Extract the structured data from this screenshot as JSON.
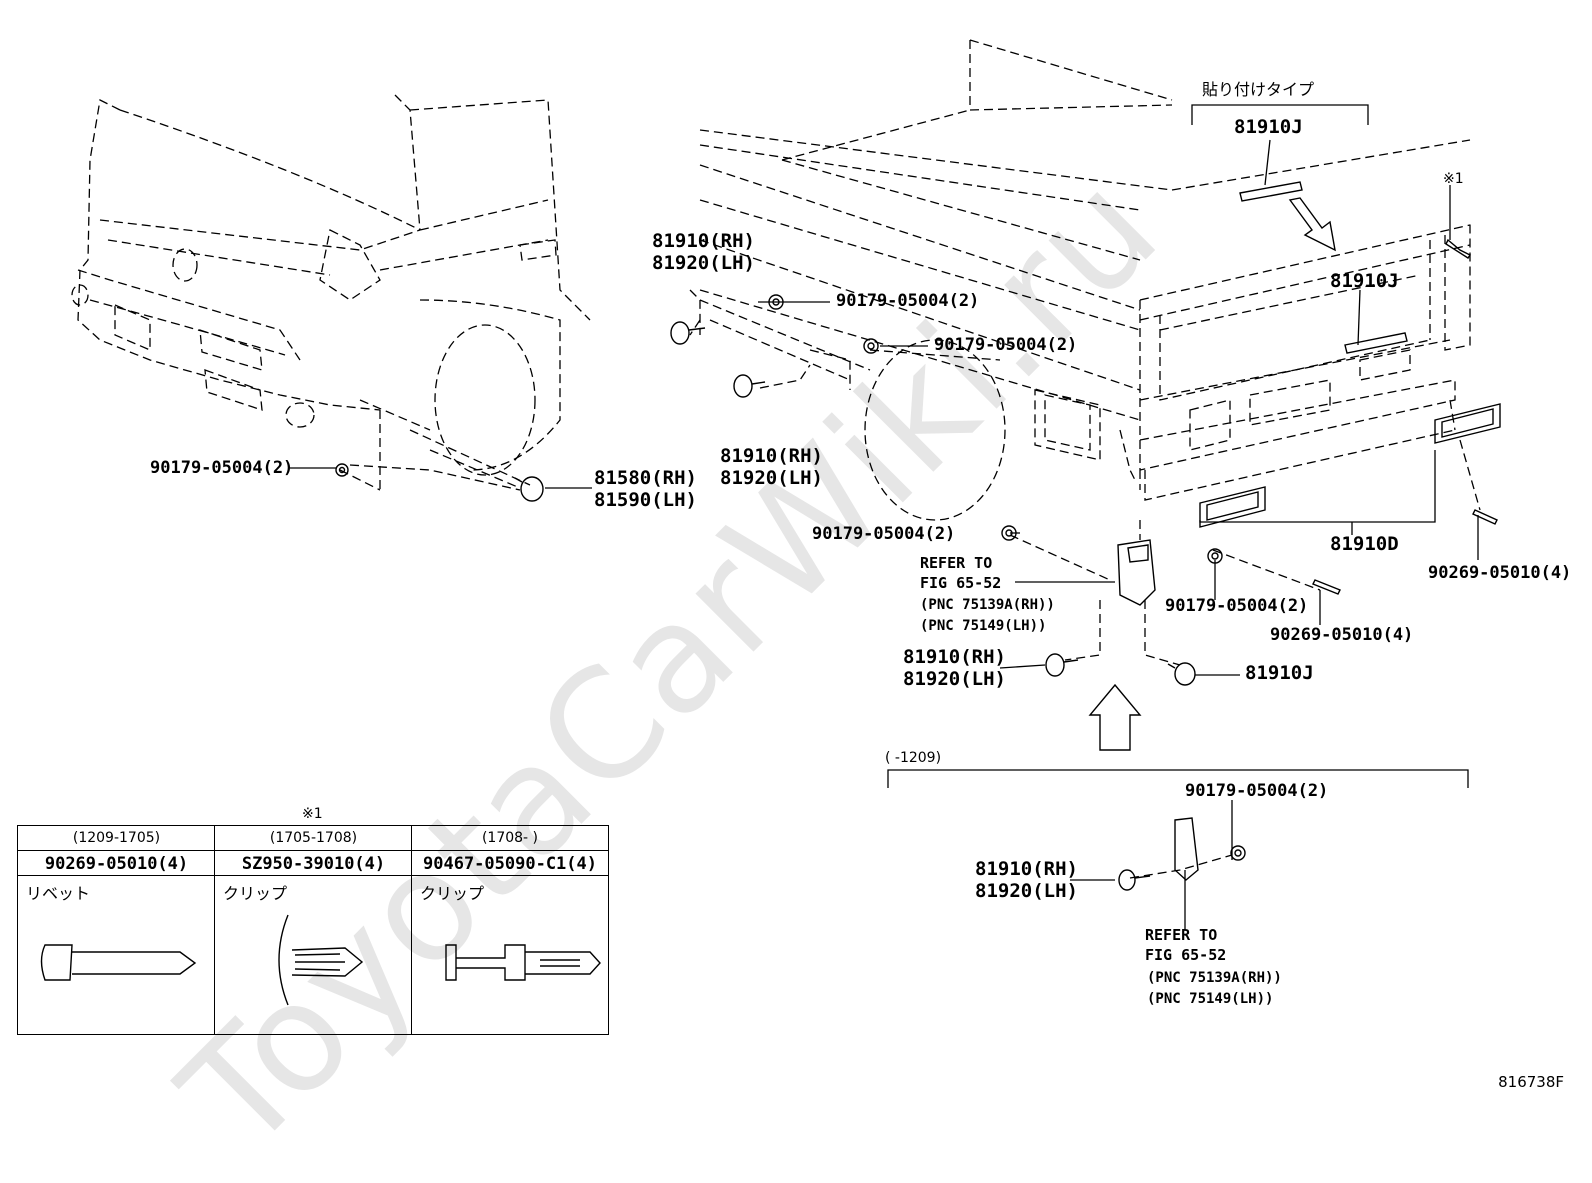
{
  "watermark": "ToyotaCarWiki.ru",
  "header_jp": "貼り付けタイプ",
  "note_mark": "※1",
  "labels": {
    "p81910j_top": "81910J",
    "p81910j_mid": "81910J",
    "p81910_rh_a": "81910(RH)",
    "p81920_lh_a": "81920(LH)",
    "p90179_a": "90179-05004(2)",
    "p90179_b": "90179-05004(2)",
    "p81910_rh_b": "81910(RH)",
    "p81920_lh_b": "81920(LH)",
    "p90179_front": "90179-05004(2)",
    "p81580": "81580(RH)",
    "p81590": "81590(LH)",
    "p90179_c": "90179-05004(2)",
    "refer_to_a": "REFER TO",
    "fig_a": "FIG 65-52",
    "pnc_rh_a": "(PNC 75139A(RH))",
    "pnc_lh_a": "(PNC 75149(LH))",
    "p90179_d": "90179-05004(2)",
    "p90269_a": "90269-05010(4)",
    "p90269_b": "90269-05010(4)",
    "p81910d": "81910D",
    "p81910_rh_c": "81910(RH)",
    "p81920_lh_c": "81920(LH)",
    "p81910j_bottom": "81910J",
    "range": "(      -1209)",
    "p90179_e": "90179-05004(2)",
    "p81910_rh_d": "81910(RH)",
    "p81920_lh_d": "81920(LH)",
    "refer_to_b": "REFER TO",
    "fig_b": "FIG 65-52",
    "pnc_rh_b": "(PNC 75139A(RH))",
    "pnc_lh_b": "(PNC 75149(LH))"
  },
  "table": {
    "columns": [
      {
        "range": "(1209-1705)",
        "part": "90269-05010(4)",
        "type": "リベット"
      },
      {
        "range": "(1705-1708)",
        "part": "SZ950-39010(4)",
        "type": "クリップ"
      },
      {
        "range": "(1708-      )",
        "part": "90467-05090-C1(4)",
        "type": "クリップ"
      }
    ]
  },
  "figure_code": "816738F"
}
